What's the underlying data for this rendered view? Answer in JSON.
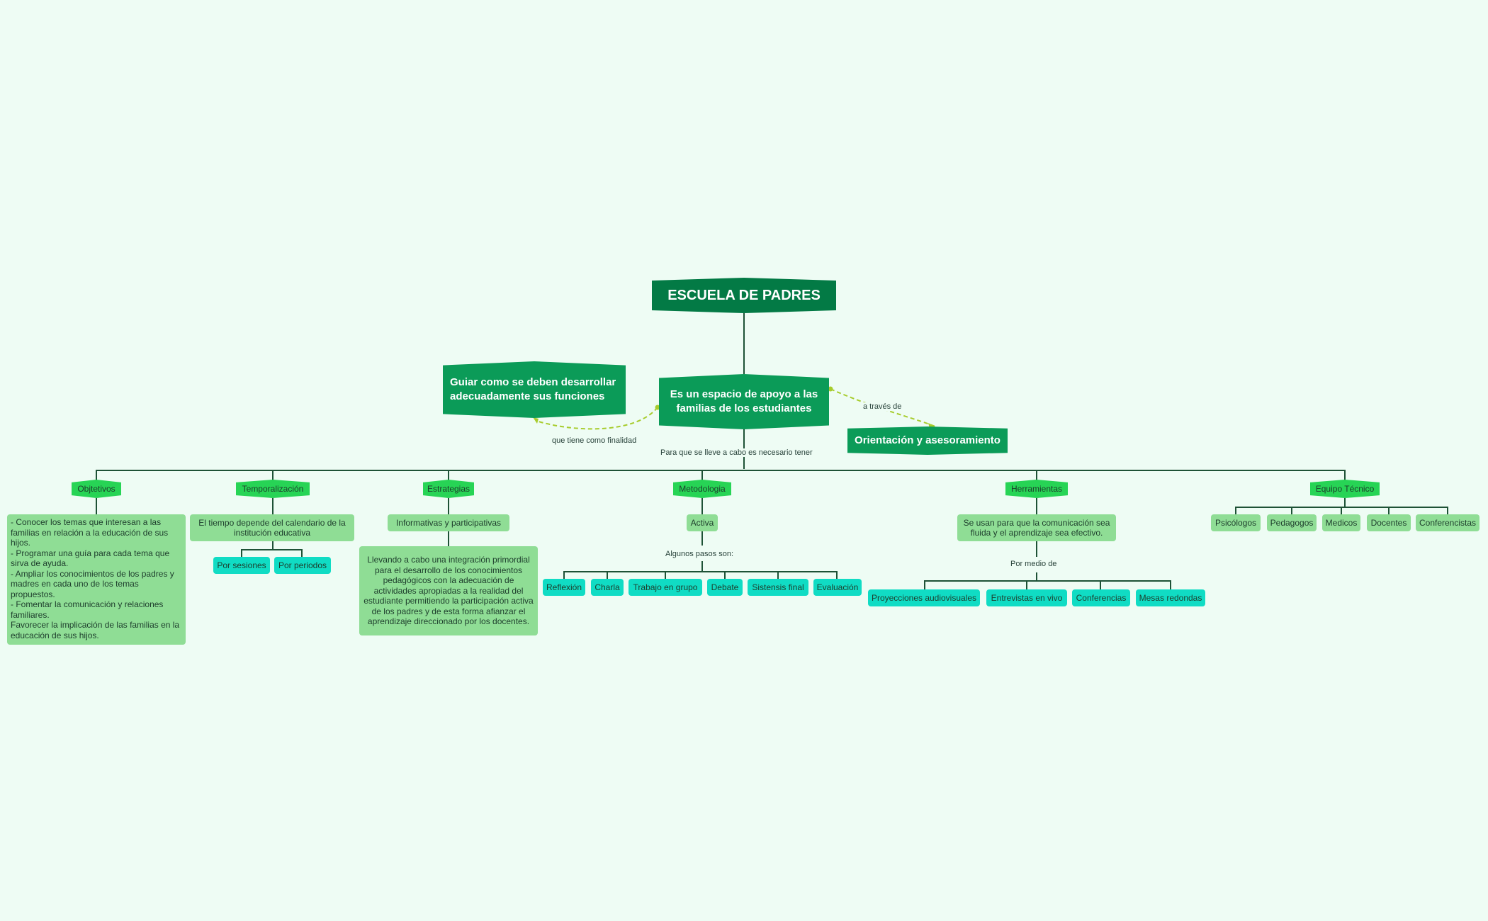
{
  "title": "ESCUELA DE PADRES",
  "center": "Es un espacio de apoyo a las familias de los estudiantes",
  "side_left": "Guiar como se deben desarrollar adecuadamente sus funciones",
  "side_right": "Orientación y asesoramiento",
  "links": {
    "left": "que tiene como finalidad",
    "right": "a través de",
    "down": "Para que se lleve a cabo es necesario tener",
    "pasos": "Algunos pasos son:",
    "medio": "Por medio de"
  },
  "categories": {
    "objetivos": "Objtetivos",
    "temporalizacion": "Temporalización",
    "estrategias": "Estrategias",
    "metodologia": "Metodologia",
    "herramientas": "Herramientas",
    "equipo": "Equipo Técnico"
  },
  "objetivos_text": [
    "- Conocer los temas que interesan a las familias en relación a la educación de sus hijos.",
    "- Programar una guía para cada tema que sirva de ayuda.",
    "- Ampliar los conocimientos de los padres y madres en cada uno de los temas propuestos.",
    "- Fomentar la comunicación y relaciones familiares.",
    "Favorecer la implicación de las familias en la educación de sus hijos."
  ],
  "temporalizacion_text": "El tiempo depende del calendario de la institución educativa",
  "temporalizacion_leaves": [
    "Por sesiones",
    "Por periodos"
  ],
  "estrategias_text": "Informativas y participativas",
  "estrategias_detail": "Llevando a cabo una integración primordial para el desarrollo de los conocimientos pedagógicos con la adecuación de actividades apropiadas a la realidad del estudiante permitiendo la participación activa de los padres y de esta forma afianzar el aprendizaje direccionado por los docentes.",
  "metodologia_text": "Activa",
  "metodologia_leaves": [
    "Reflexión",
    "Charla",
    "Trabajo en grupo",
    "Debate",
    "Sistensis final",
    "Evaluación"
  ],
  "herramientas_text": "Se usan para que la comunicación sea fluida y el aprendizaje sea efectivo.",
  "herramientas_leaves": [
    "Proyecciones audiovisuales",
    "Entrevistas en vivo",
    "Conferencias",
    "Mesas redondas"
  ],
  "equipo_leaves": [
    "Psicólogos",
    "Pedagogos",
    "Medicos",
    "Docentes",
    "Conferencistas"
  ],
  "colors": {
    "root": "#037a45",
    "main": "#0b9b58",
    "category": "#27d455",
    "box": "#8fdd95",
    "leaf": "#10dcc4",
    "dashed": "#a7cc2c",
    "line": "#1e5236"
  }
}
